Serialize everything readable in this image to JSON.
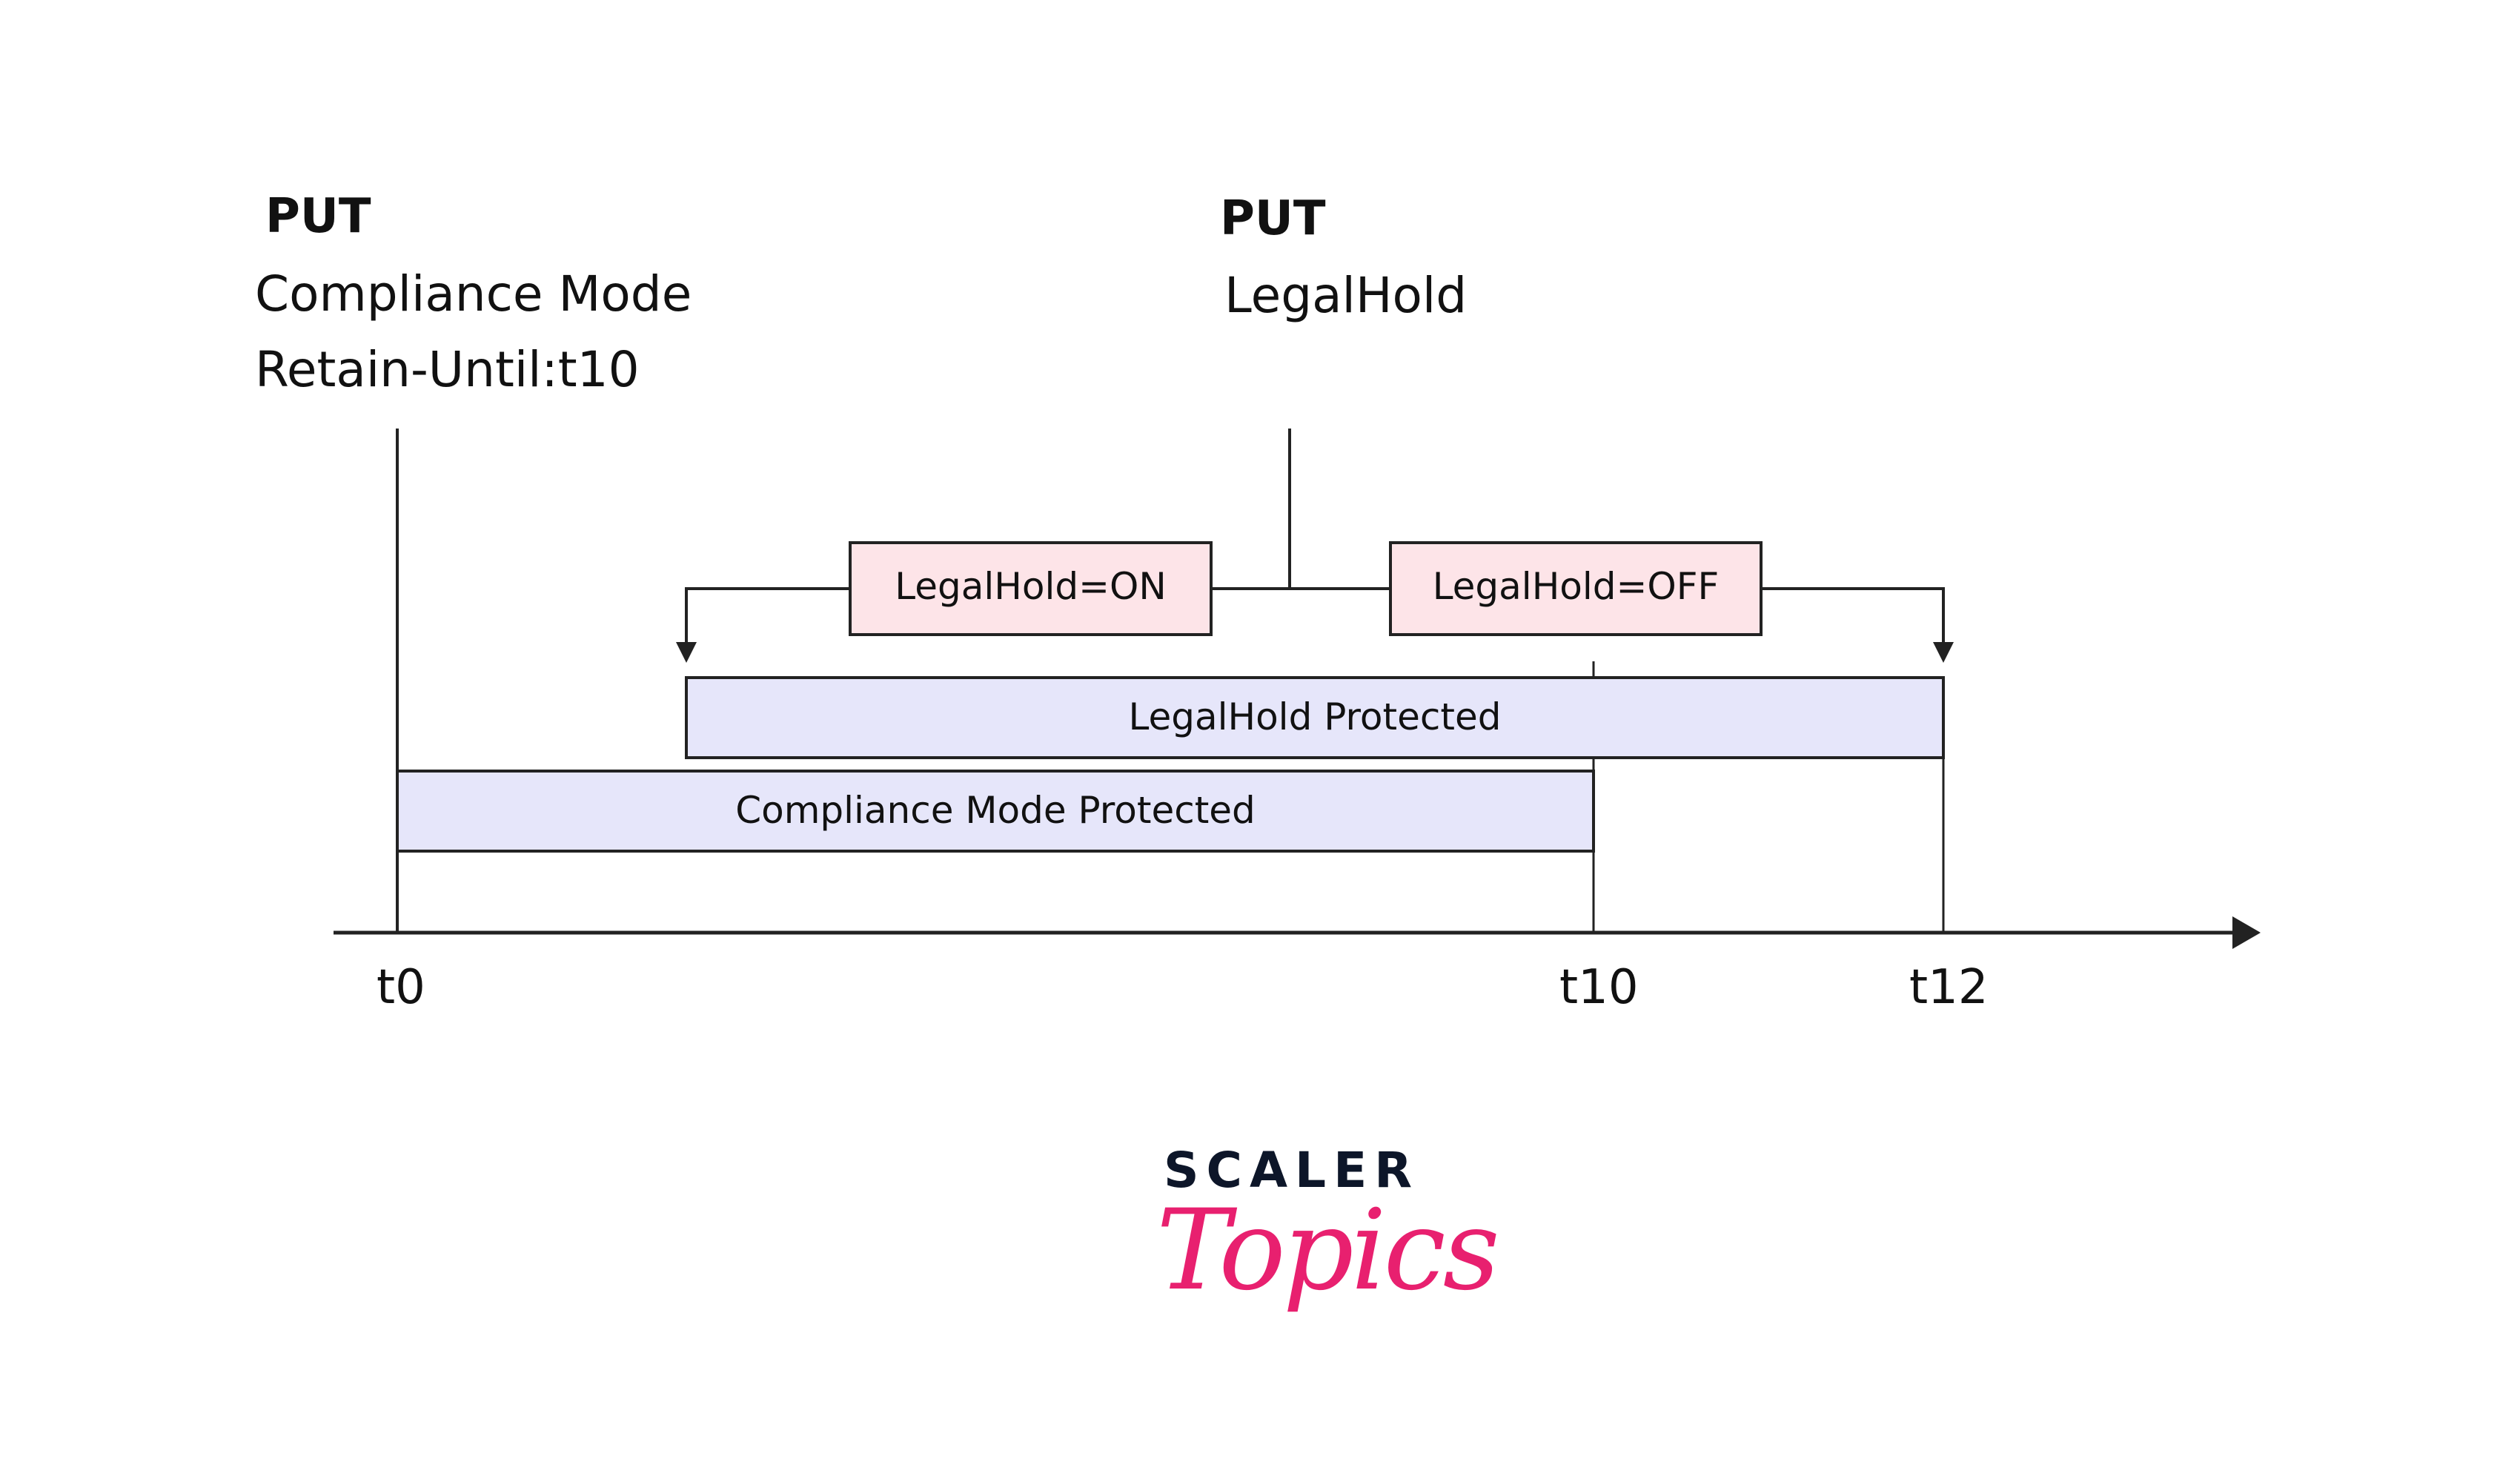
{
  "events": [
    {
      "method": "PUT",
      "lines": [
        "Compliance Mode",
        "Retain-Until:t10"
      ]
    },
    {
      "method": "PUT",
      "lines": [
        "LegalHold"
      ]
    }
  ],
  "actions": {
    "on_label": "LegalHold=ON",
    "off_label": "LegalHold=OFF"
  },
  "bars": {
    "legalhold": {
      "label": "LegalHold Protected"
    },
    "compliance": {
      "label": "Compliance Mode Protected"
    }
  },
  "timeline": {
    "ticks": [
      "t0",
      "t10",
      "t12"
    ]
  },
  "colors": {
    "action_fill": "#fde4e8",
    "bar_fill": "#e6e6fa",
    "stroke": "#222222",
    "logo_dark": "#0d1629",
    "logo_pink": "#e8206f"
  },
  "logo": {
    "line1": "SCALER",
    "line2": "Topics"
  }
}
